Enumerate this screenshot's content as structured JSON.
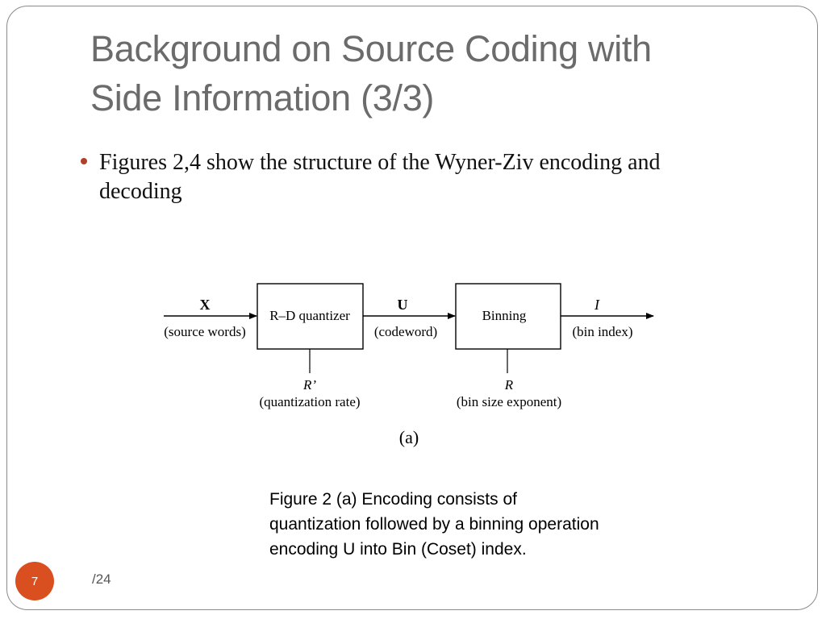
{
  "slide": {
    "title_line1": "Background on Source Coding with",
    "title_line2": "Side Information (3/3)",
    "bullet": "Figures 2,4 show the structure of the Wyner-Ziv encoding and decoding",
    "caption": "Figure 2 (a) Encoding consists of quantization followed by a binning operation encoding U into Bin (Coset) index.",
    "page_number": "7",
    "page_total": "/24",
    "accent_color": "#d94f1f",
    "bullet_color": "#b0402a"
  },
  "diagram": {
    "input_symbol": "X",
    "input_label": "(source words)",
    "quantizer_label": "R–D quantizer",
    "codeword_symbol": "U",
    "codeword_label": "(codeword)",
    "binning_label": "Binning",
    "output_symbol": "I",
    "output_label": "(bin index)",
    "quant_rate_symbol": "R’",
    "quant_rate_label": "(quantization rate)",
    "bin_rate_symbol": "R",
    "bin_rate_label": "(bin size exponent)",
    "subfigure_label": "(a)"
  }
}
